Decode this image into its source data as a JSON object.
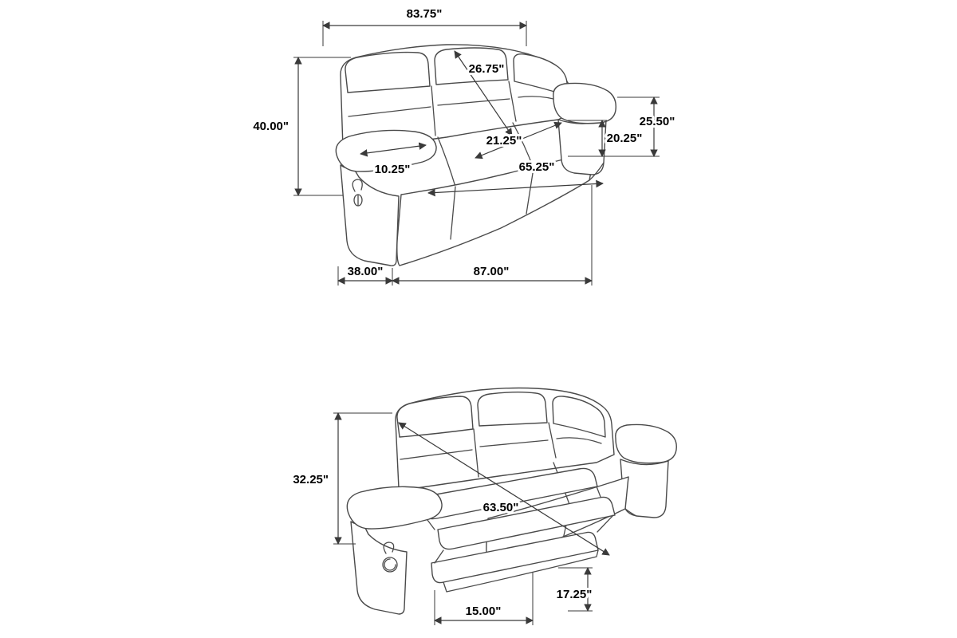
{
  "style": {
    "line_color": "#4a4a4a",
    "dim_color": "#3a3a3a",
    "label_color": "#000000",
    "background": "#ffffff"
  },
  "upright": {
    "overall_width": "83.75\"",
    "back_height": "26.75\"",
    "overall_height": "40.00\"",
    "arm_height": "25.50\"",
    "seat_height": "20.25\"",
    "seat_depth": "21.25\"",
    "arm_width": "10.25\"",
    "seat_width": "65.25\"",
    "overall_depth": "38.00\"",
    "base_width": "87.00\""
  },
  "reclined": {
    "reclined_back_height": "32.25\"",
    "reclined_length": "63.50\"",
    "footrest_height": "17.25\"",
    "footrest_depth": "15.00\""
  }
}
